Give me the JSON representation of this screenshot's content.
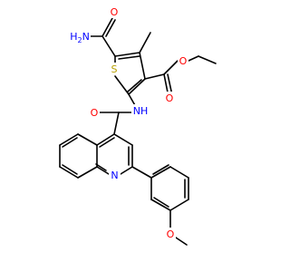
{
  "molecule": {
    "atoms": [
      {
        "id": "A1",
        "label": "H2N"
      },
      {
        "id": "A2",
        "label": "O"
      },
      {
        "id": "A3",
        "label": "S"
      },
      {
        "id": "A4",
        "label": "O"
      },
      {
        "id": "A5",
        "label": "O"
      },
      {
        "id": "A6",
        "label": "O"
      },
      {
        "id": "A7",
        "label": "NH"
      },
      {
        "id": "A8",
        "label": "N"
      },
      {
        "id": "A9",
        "label": "O"
      }
    ]
  },
  "colors": {
    "bond": "#000000",
    "oxygen": "#ff0000",
    "nitrogen": "#0000ff",
    "sulfur": "#b8a000",
    "background": "#ffffff"
  }
}
